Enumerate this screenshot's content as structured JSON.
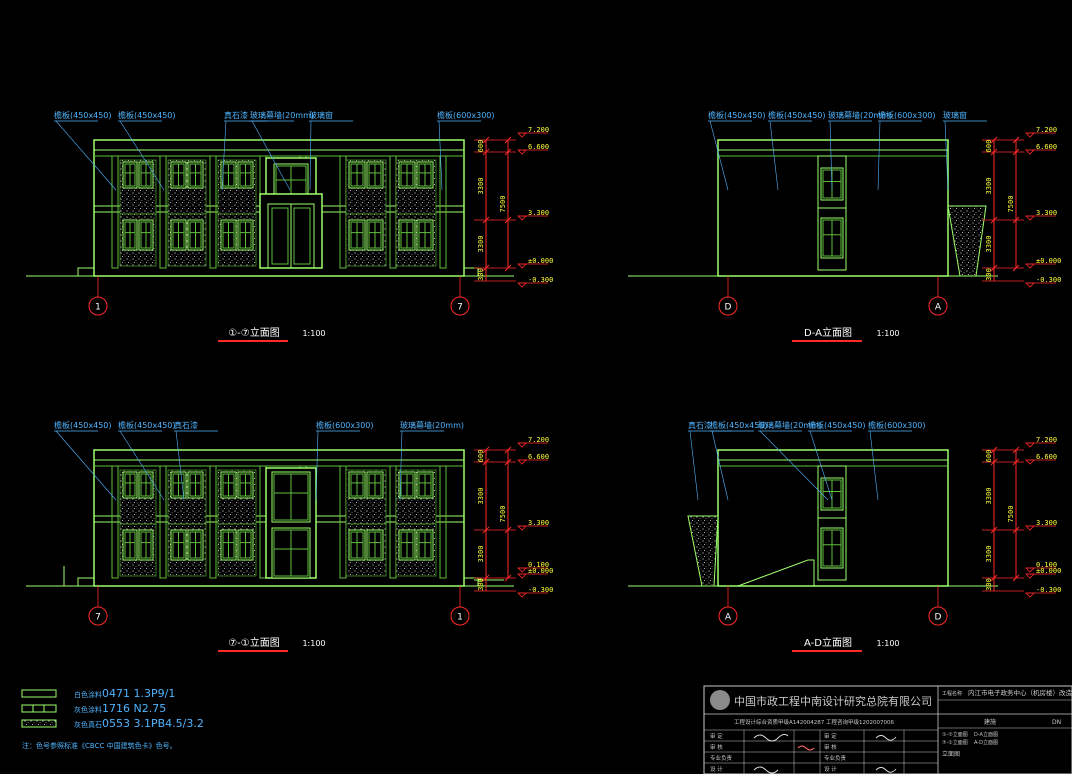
{
  "colors": {
    "background": "#000000",
    "wall": "#9cff6a",
    "frame": "#5fbf3a",
    "dim": "#ff2a2a",
    "dimText": "#ffff3a",
    "leader": "#4fb4ff",
    "title": "#ffffff",
    "axis": "#ff2a2a",
    "tblock": "#c8c8c8"
  },
  "elevations": [
    {
      "title": "①-⑦立面图",
      "scale": "1:100",
      "axes": [
        "1",
        "7"
      ],
      "callouts": [
        "檐板(450x450)",
        "檐板(450x450)",
        "真石漆",
        "玻璃幕墙(20mm)",
        "玻璃窗",
        "檐板(600x300)"
      ],
      "levels": [
        "7.200",
        "6.600",
        "3.300",
        "±0.000",
        "-0.300"
      ],
      "dims": [
        "600",
        "3300",
        "7500",
        "3300",
        "300"
      ]
    },
    {
      "title": "D-A立面图",
      "scale": "1:100",
      "axes": [
        "D",
        "A"
      ],
      "callouts": [
        "檐板(450x450)",
        "檐板(450x450)",
        "玻璃幕墙(20mm)",
        "檐板(600x300)",
        "玻璃窗"
      ],
      "levels": [
        "7.200",
        "6.600",
        "3.300",
        "±0.000",
        "-0.300"
      ],
      "dims": [
        "600",
        "3300",
        "7500",
        "3300",
        "300"
      ]
    },
    {
      "title": "⑦-①立面图",
      "scale": "1:100",
      "axes": [
        "7",
        "1"
      ],
      "callouts": [
        "檐板(450x450)",
        "檐板(450x450)",
        "真石漆",
        "檐板(600x300)",
        "玻璃幕墙(20mm)"
      ],
      "levels": [
        "7.200",
        "6.600",
        "3.300",
        "0.100",
        "±0.000",
        "-0.300"
      ],
      "dims": [
        "600",
        "3300",
        "7500",
        "3300",
        "300"
      ]
    },
    {
      "title": "A-D立面图",
      "scale": "1:100",
      "axes": [
        "A",
        "D"
      ],
      "callouts": [
        "真石漆",
        "檐板(450x450)",
        "玻璃幕墙(20mm)",
        "檐板(450x450)",
        "檐板(600x300)"
      ],
      "levels": [
        "7.200",
        "6.600",
        "3.300",
        "0.100",
        "±0.000",
        "-0.300"
      ],
      "dims": [
        "600",
        "3300",
        "7500",
        "3300",
        "300"
      ]
    }
  ],
  "legend": {
    "items": [
      {
        "label": "白色涂料",
        "code": "0471  1.3P9/1"
      },
      {
        "label": "灰色涂料",
        "code": "1716  N2.75"
      },
      {
        "label": "灰色真石",
        "code": "0553  3.1PB4.5/3.2"
      }
    ],
    "note": "注：色号参照标准《CBCC 中国建筑色卡》色号。"
  },
  "titleblock": {
    "company": "中国市政工程中南设计研究总院有限公司",
    "cert": "工程设计综合资质甲级A142004287 工程咨询甲级1202007006",
    "project_label": "工程名称",
    "project": "内江市电子政务中心（机房楼）改造",
    "drawing_labels": [
      "①-⑦立面图",
      "D-A立面图",
      "⑦-①立面图",
      "A-D立面图"
    ],
    "drawing_name": "立面图",
    "row_labels": [
      "审  定",
      "审  核",
      "专业负责",
      "设  计"
    ],
    "sheet": "建施",
    "num": "DN"
  }
}
